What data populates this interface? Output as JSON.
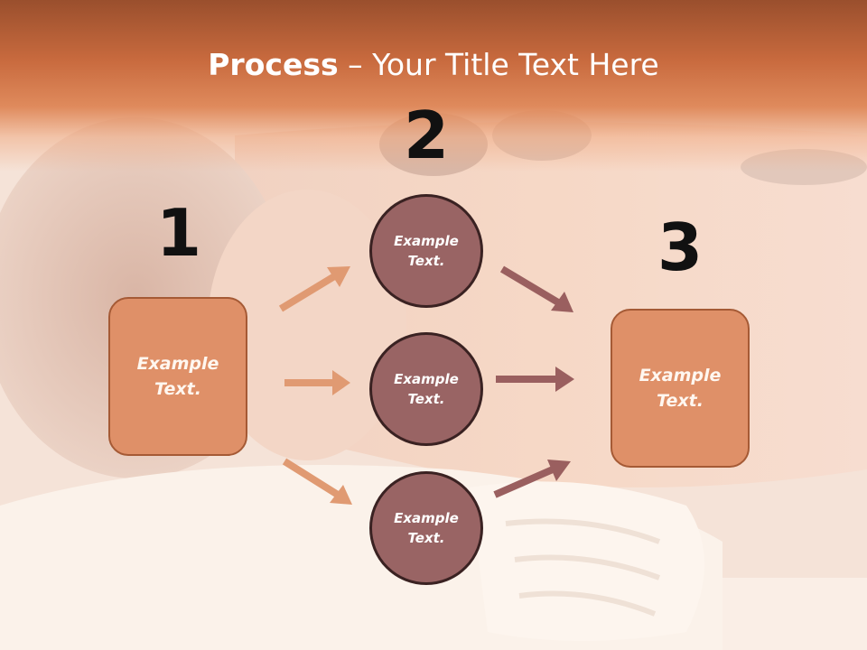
{
  "title": {
    "bold": "Process",
    "dash": " – ",
    "rest": "Your Title Text Here"
  },
  "steps": {
    "step1_number": "1",
    "step2_number": "2",
    "step3_number": "3"
  },
  "boxes": {
    "left_text": "Example Text.",
    "right_text": "Example Text."
  },
  "circles": {
    "top_text": "Example Text.",
    "middle_text": "Example Text.",
    "bottom_text": "Example Text."
  },
  "colors": {
    "title_band": "#c86a3e",
    "box_fill": "#df9068",
    "circle_fill": "#996464",
    "arrow_left": "#e09a72",
    "arrow_right": "#9a5f5f"
  }
}
